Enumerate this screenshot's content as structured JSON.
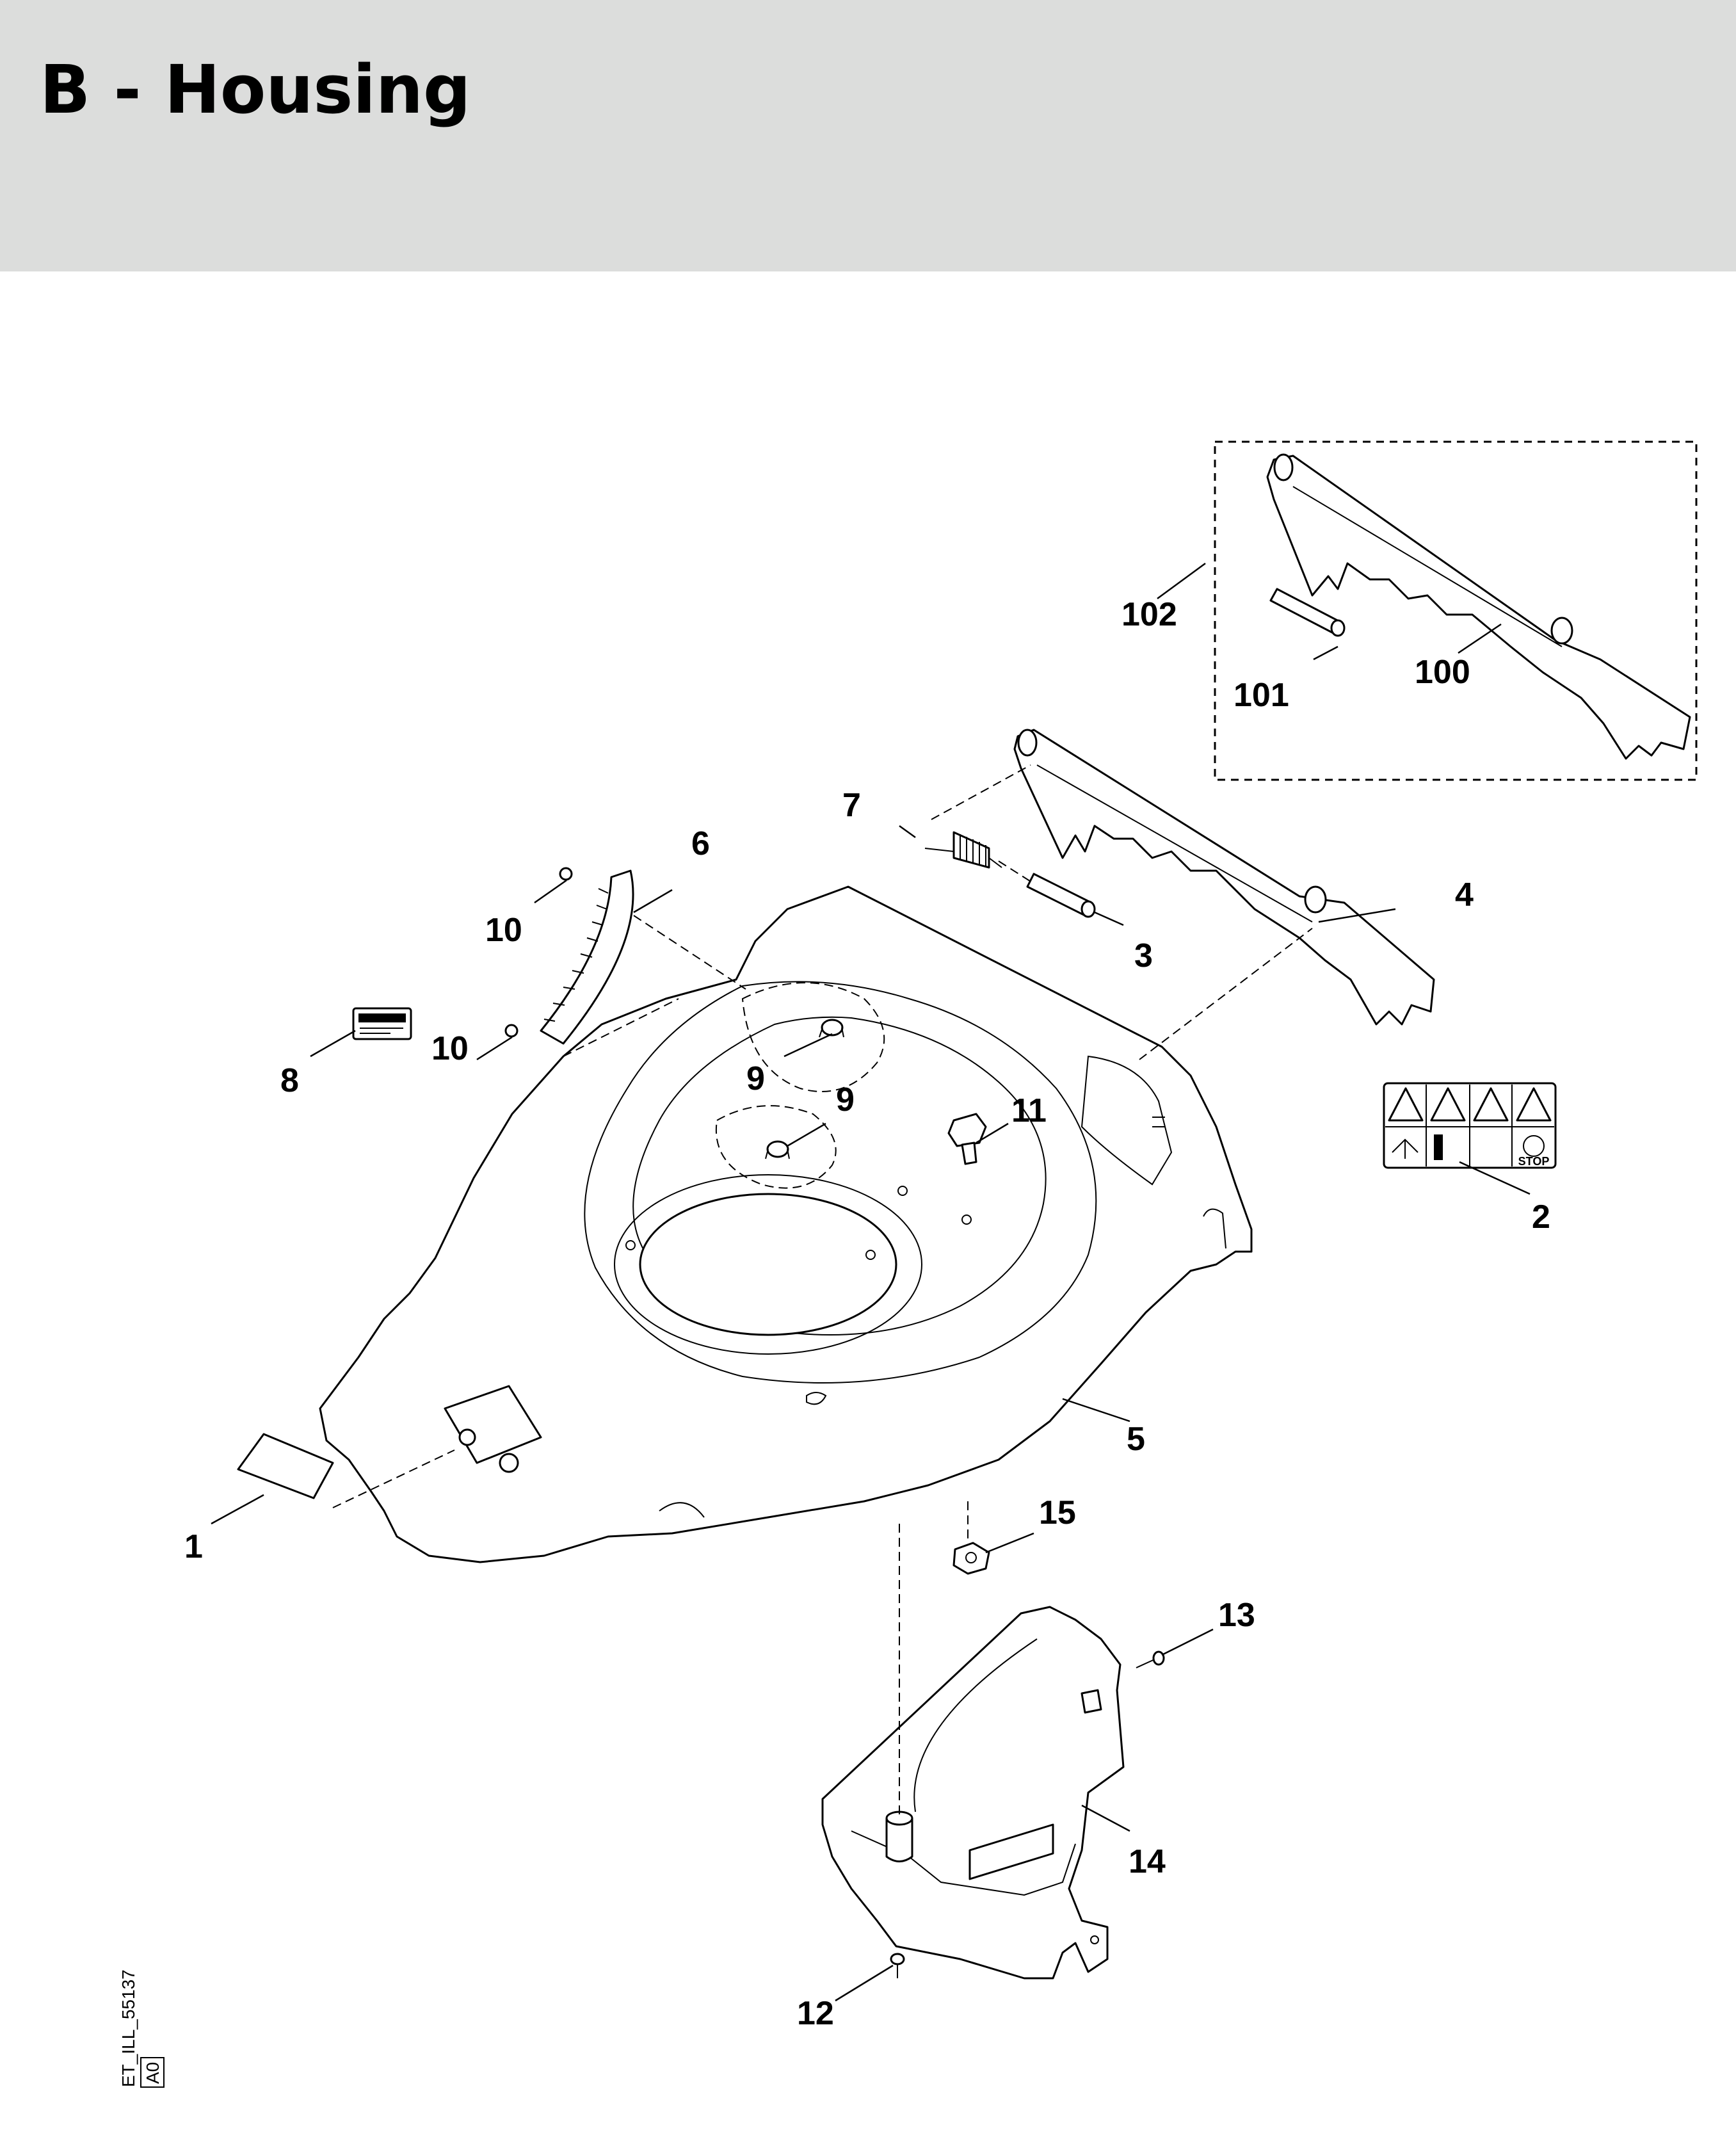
{
  "header": {
    "title": "B - Housing"
  },
  "callouts": {
    "c1": "1",
    "c2": "2",
    "c3": "3",
    "c4": "4",
    "c5": "5",
    "c6": "6",
    "c7": "7",
    "c8": "8",
    "c9a": "9",
    "c9b": "9",
    "c10a": "10",
    "c10b": "10",
    "c11": "11",
    "c12": "12",
    "c13": "13",
    "c14": "14",
    "c15": "15",
    "c100": "100",
    "c101": "101",
    "c102": "102"
  },
  "warning_label": {
    "stop_text": "STOP"
  },
  "reference": {
    "code": "ET_ILL_55137",
    "revision": "A0"
  },
  "colors": {
    "header_bg": "#dcdddc",
    "line": "#000000",
    "background": "#ffffff"
  }
}
